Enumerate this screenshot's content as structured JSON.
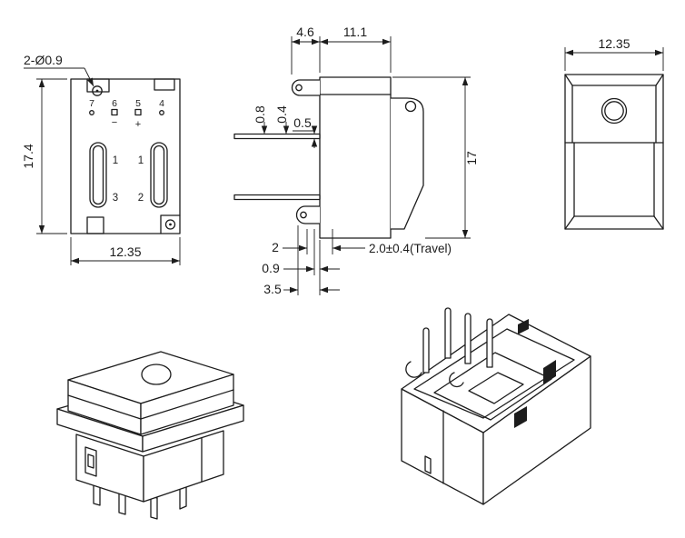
{
  "background": "#ffffff",
  "line_color": "#1c1c1c",
  "front_view": {
    "hole_callout": "2-Ø0.9",
    "height_dim": "17.4",
    "width_dim": "12.35",
    "terminal_numbers": [
      "7",
      "6",
      "5",
      "4"
    ],
    "terminal_symbols": [
      "−",
      "+"
    ],
    "slot_labels": [
      "1",
      "1",
      "3",
      "2"
    ]
  },
  "side_view": {
    "top_dims": [
      "4.6",
      "11.1"
    ],
    "pin_dims": [
      "0.8",
      "0.4",
      "0.5"
    ],
    "height_dim": "17",
    "bottom_dims": [
      "2",
      "0.9",
      "3.5"
    ],
    "travel_dim": "2.0±0.4(Travel)"
  },
  "side_right_view": {
    "width_dim": "12.35"
  }
}
